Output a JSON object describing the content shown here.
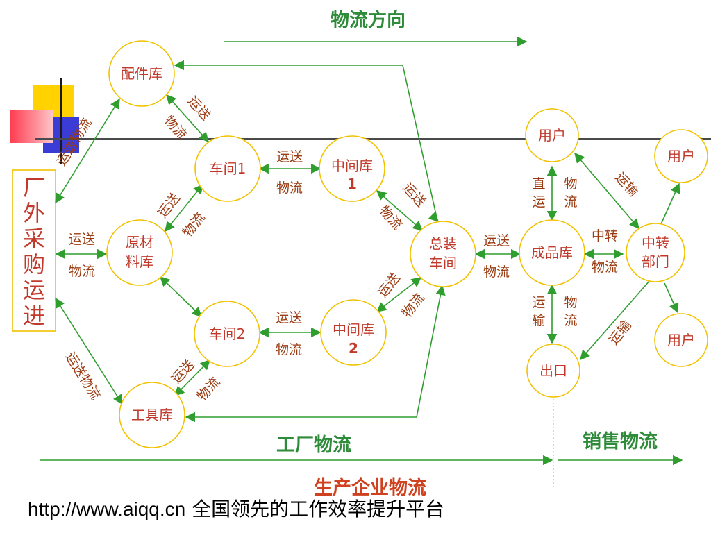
{
  "titles": {
    "flow_direction": "物流方向",
    "factory_logistics": "工厂物流",
    "sales_logistics": "销售物流",
    "enterprise_logistics": "生产企业物流"
  },
  "footer": {
    "url": "http://www.aiqq.cn",
    "slogan": "全国领先的工作效率提升平台"
  },
  "purchase_box": [
    "厂",
    "外",
    "采",
    "购",
    "运",
    "进"
  ],
  "nodes": {
    "parts_store": [
      "配件库"
    ],
    "workshop1": [
      "车间1"
    ],
    "intermediate1": [
      "中间库",
      "1"
    ],
    "raw_material": [
      "原材",
      "料库"
    ],
    "assembly": [
      "总装",
      "车间"
    ],
    "workshop2": [
      "车间2"
    ],
    "intermediate2": [
      "中间库",
      "2"
    ],
    "tool_store": [
      "工具库"
    ],
    "product_store": [
      "成品库"
    ],
    "user_top": [
      "用户"
    ],
    "transfer_dept": [
      "中转",
      "部门"
    ],
    "user_right_top": [
      "用户"
    ],
    "user_right_bottom": [
      "用户"
    ],
    "export": [
      "出口"
    ]
  },
  "labels": {
    "purchase_parts": "运送物流",
    "purchase_tools": "运送物流",
    "parts_ws1_a": "运送",
    "parts_ws1_b": "物流",
    "ws1_int1_a": "运送",
    "ws1_int1_b": "物流",
    "raw_ws1_a": "运送",
    "raw_ws1_b": "物流",
    "int1_asm_a": "运送",
    "int1_asm_b": "物流",
    "purchase_raw_a": "运送",
    "purchase_raw_b": "物流",
    "ws2_int2_a": "运送",
    "ws2_int2_b": "物流",
    "int2_asm_a": "运送",
    "int2_asm_b": "物流",
    "ws2_tool_a": "运送",
    "ws2_tool_b": "物流",
    "asm_prod_a": "运送",
    "asm_prod_b": "物流",
    "prod_user_a": "直运",
    "prod_user_b": "物流",
    "prod_transfer_a": "中转",
    "prod_transfer_b": "物流",
    "prod_export_a": "运输",
    "prod_export_b": "物流",
    "user_transfer": "运输",
    "transfer_export": "运输"
  }
}
